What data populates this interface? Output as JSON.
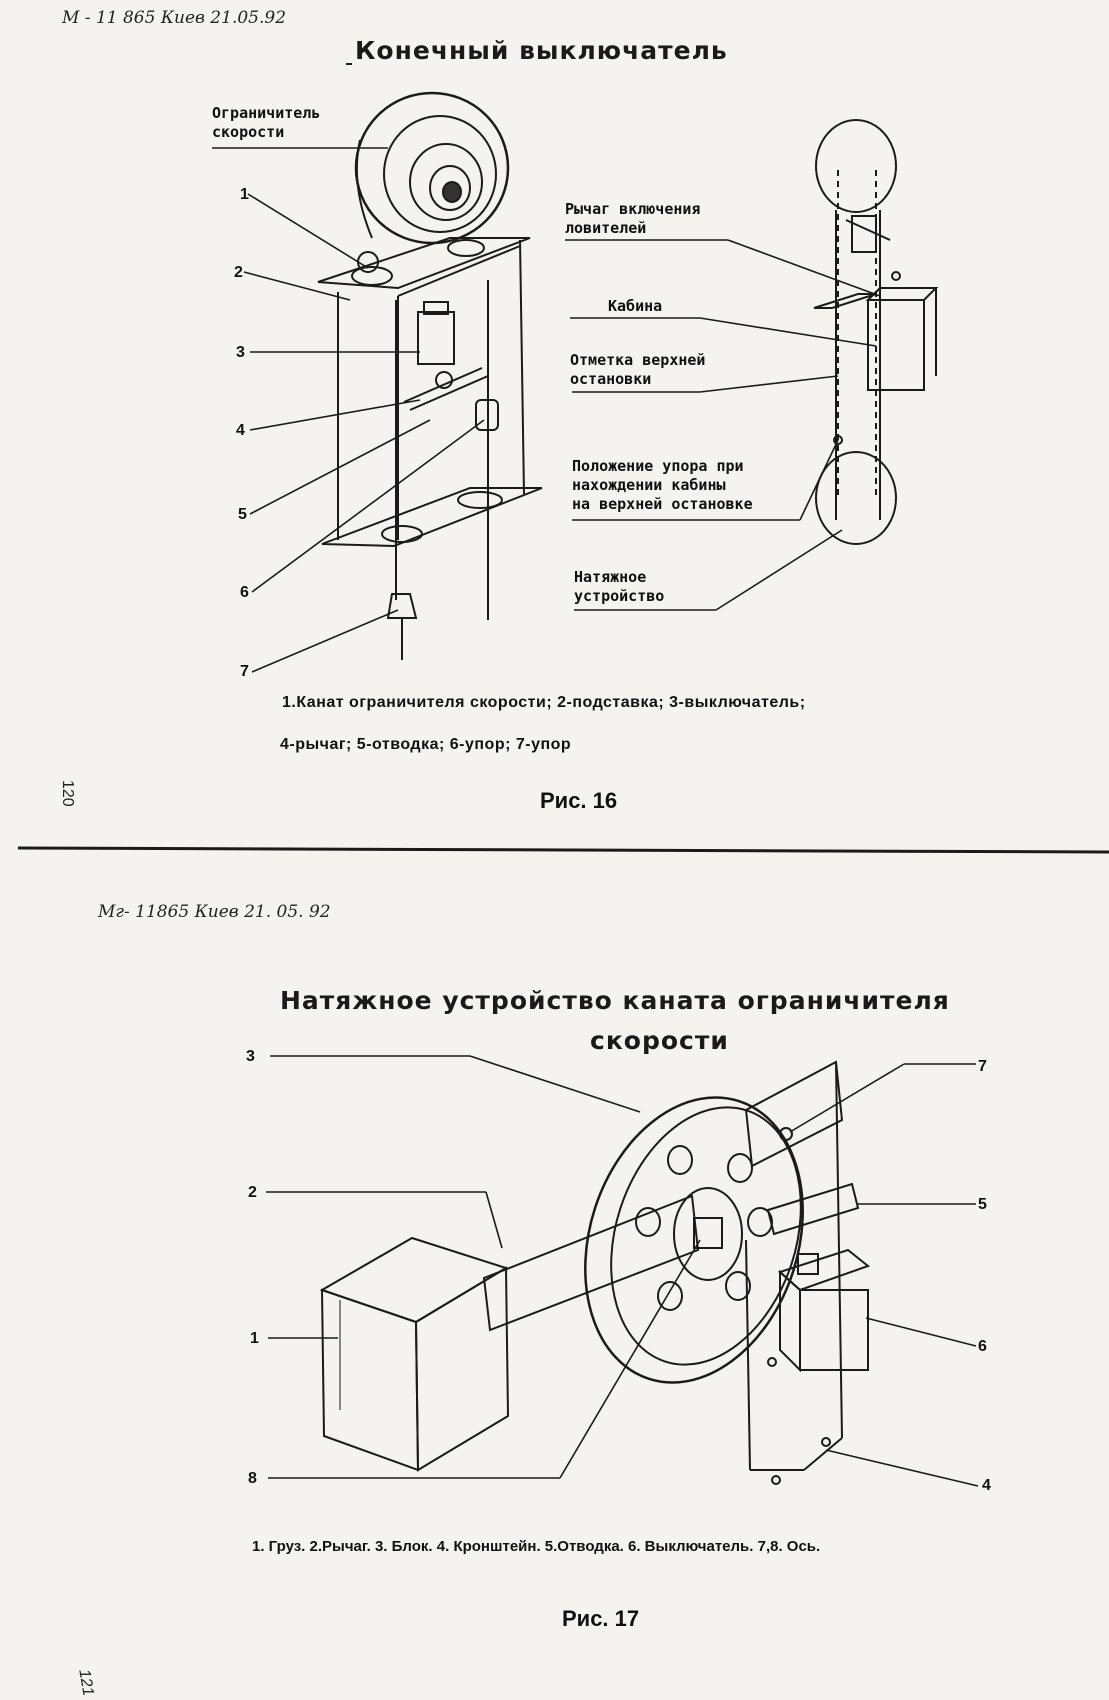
{
  "page1": {
    "handwritten_ref": "М - 11 865 Киев 21.05.92",
    "title": "Конечный выключатель",
    "labels": {
      "speed_limiter": "Ограничитель\nскорости",
      "lever": "Рычаг включения\nловителей",
      "cabin": "Кабина",
      "top_stop_mark": "Отметка верхней\nостановки",
      "stop_position": "Положение упора при\nнахождении кабины\nна верхней остановке",
      "tension_device": "Натяжное\nустройство"
    },
    "numbers": [
      "1",
      "2",
      "3",
      "4",
      "5",
      "6",
      "7"
    ],
    "caption_line1": "1.Канат ограничителя скорости; 2-подставка; 3-выключатель;",
    "caption_line2": "4-рычаг; 5-отводка; 6-упор; 7-упор",
    "figure": "Рис. 16",
    "page_number": "120"
  },
  "page2": {
    "handwritten_ref": "Мг- 11865 Киев 21. 05. 92",
    "title_line1": "Натяжное устройство каната ограничителя",
    "title_line2": "скорости",
    "numbers": [
      "1",
      "2",
      "3",
      "4",
      "5",
      "6",
      "7",
      "8"
    ],
    "caption": "1. Груз. 2.Рычаг. 3. Блок. 4. Кронштейн. 5.Отводка. 6. Выключатель. 7,8. Ось.",
    "figure": "Рис. 17",
    "page_number": "121"
  }
}
